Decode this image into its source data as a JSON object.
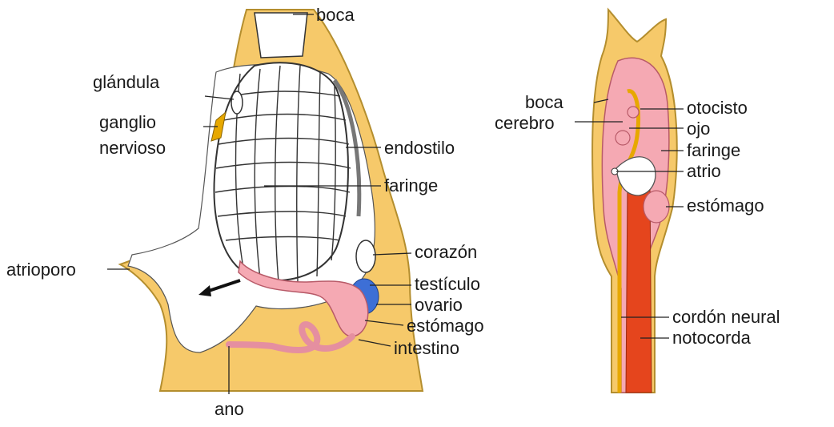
{
  "colors": {
    "tunic": "#f6c96a",
    "tunic_edge": "#b48e2e",
    "tissue": "#f5a9b3",
    "tissue_edge": "#b85a68",
    "cavity": "#ffffff",
    "nerve": "#e7a800",
    "notochord": "#e5451d",
    "testis": "#3d6fd6",
    "ink": "#1a1a1a"
  },
  "adult": {
    "labels": {
      "boca": "boca",
      "glandula": "glándula",
      "ganglio": "ganglio",
      "nervioso": "nervioso",
      "endostilo": "endostilo",
      "faringe": "faringe",
      "corazon": "corazón",
      "atrioporo": "atrioporo",
      "testiculo": "testículo",
      "ovario": "ovario",
      "estomago": "estómago",
      "intestino": "intestino",
      "ano": "ano"
    }
  },
  "larva": {
    "labels": {
      "boca": "boca",
      "cerebro": "cerebro",
      "otocisto": "otocisto",
      "ojo": "ojo",
      "faringe": "faringe",
      "atrio": "atrio",
      "estomago": "estómago",
      "cordon_neural": "cordón neural",
      "notocorda": "notocorda"
    }
  }
}
